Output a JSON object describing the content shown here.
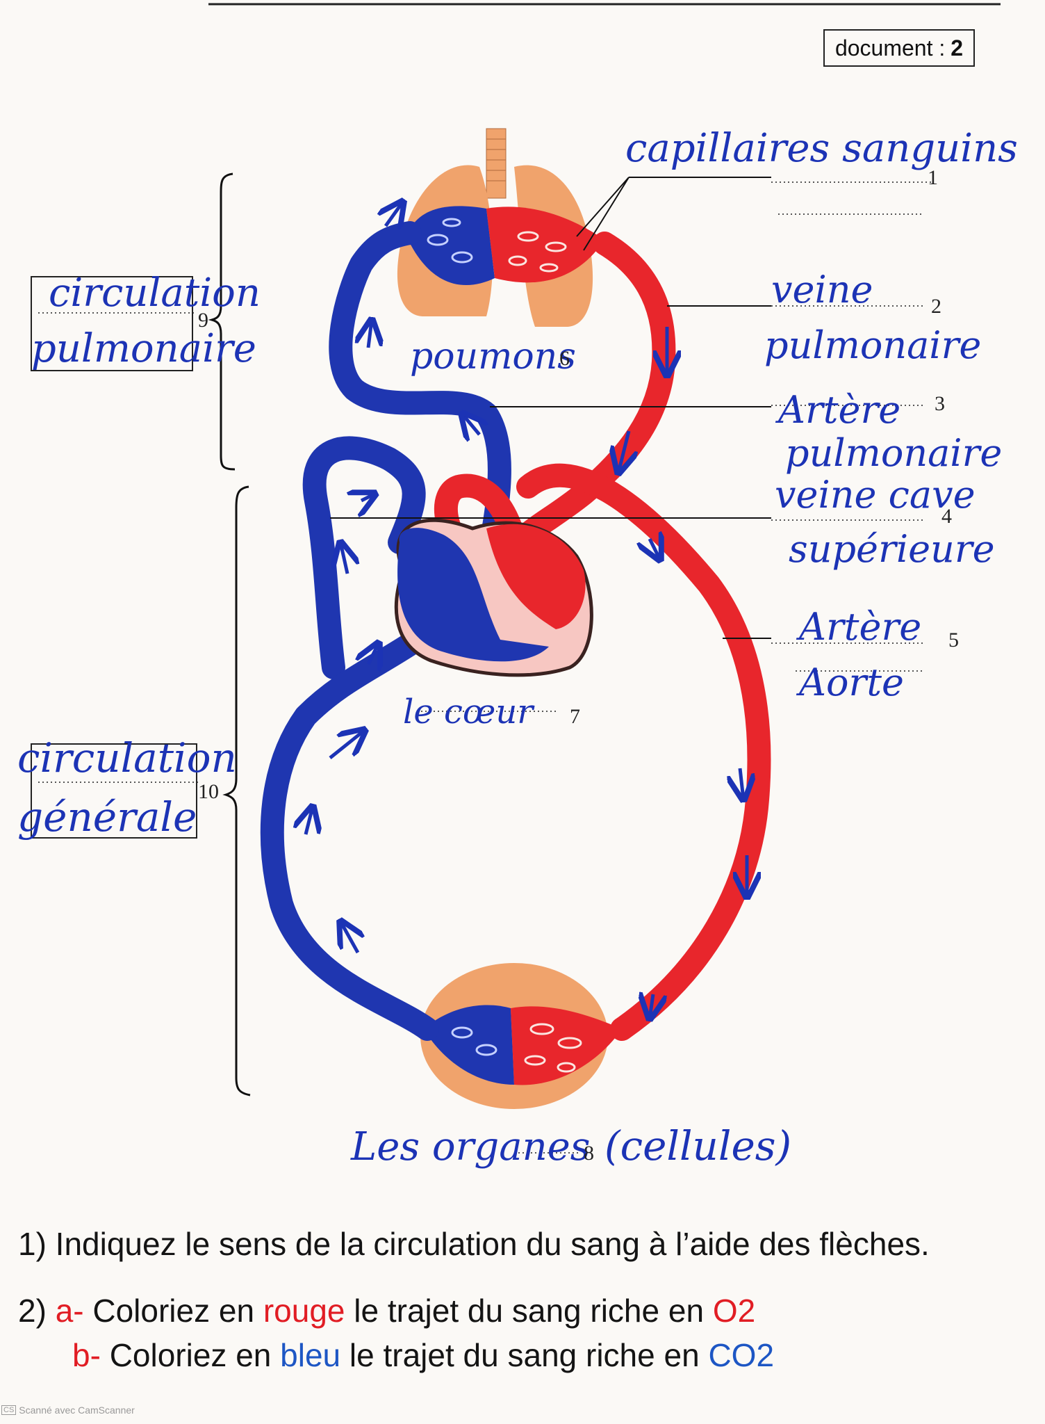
{
  "document": {
    "label": "document :",
    "number": "2"
  },
  "labels": {
    "capillaires": "capillaires sanguins",
    "num1": "1",
    "veine_pulmonaire_1": "veine",
    "veine_pulmonaire_2": "pulmonaire",
    "num2": "2",
    "artere_pulmonaire_1": "Artère",
    "artere_pulmonaire_2": "pulmonaire",
    "num3": "3",
    "veine_cave_1": "veine cave",
    "veine_cave_2": "supérieure",
    "num4": "4",
    "artere_aorte_1": "Artère",
    "artere_aorte_2": "Aorte",
    "num5": "5",
    "poumons": "poumons",
    "num6": "6",
    "coeur": "le cœur",
    "num7": "7",
    "organes": "Les organes",
    "num8": "8",
    "cellules": "(cellules)",
    "circ_pulm_1": "circulation",
    "circ_pulm_2": "pulmonaire",
    "num9": "9",
    "circ_gen_1": "circulation",
    "circ_gen_2": "générale",
    "num10": "10"
  },
  "questions": {
    "q1": "1) Indiquez le sens de la circulation du sang à l’aide des flèches.",
    "q2_prefix": "2)",
    "a_label": "a-",
    "a_text1": "Coloriez en",
    "a_color": "rouge",
    "a_text2": "le trajet du sang riche en",
    "a_gas": "O2",
    "b_label": "b-",
    "b_text1": "Coloriez en",
    "b_color": "bleu",
    "b_text2": "le trajet du sang riche en",
    "b_gas": "CO2"
  },
  "footer": {
    "badge": "CS",
    "text": "Scanné avec CamScanner"
  },
  "colors": {
    "oxygenated": "#e8262c",
    "deoxygenated": "#1f36b0",
    "organ": "#f0a36c",
    "heart": "#f7c7c2"
  }
}
